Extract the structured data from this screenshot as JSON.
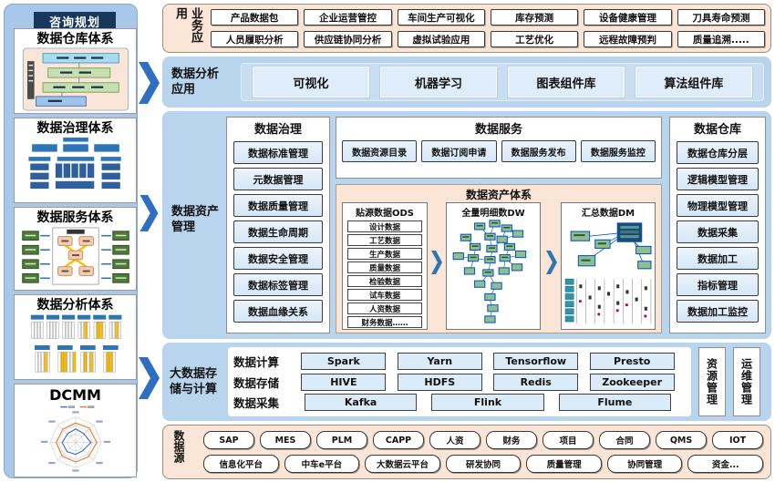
{
  "left": {
    "header": "咨询规划",
    "cards": [
      {
        "title": "数据仓库体系"
      },
      {
        "title": "数据治理体系"
      },
      {
        "title": "数据服务体系"
      },
      {
        "title": "数据分析体系"
      },
      {
        "title": "DCMM"
      }
    ]
  },
  "business": {
    "label": "业务应用",
    "row1": [
      "产品数据包",
      "企业运营管控",
      "车间生产可视化",
      "库存预测",
      "设备健康管理",
      "刀具寿命预测"
    ],
    "row2": [
      "人员履职分析",
      "供应链协同分析",
      "虚拟试验应用",
      "工艺优化",
      "远程故障预判",
      "质量追溯....."
    ]
  },
  "analysis_apps": {
    "label1": "数据分析",
    "label2": "应用",
    "items": [
      "可视化",
      "机器学习",
      "图表组件库",
      "算法组件库"
    ]
  },
  "asset_mgmt": {
    "label1": "数据资产",
    "label2": "管理",
    "governance": {
      "title": "数据治理",
      "items": [
        "数据标准管理",
        "元数据管理",
        "数据质量管理",
        "数据生命周期",
        "数据安全管理",
        "数据标签管理",
        "数据血缘关系"
      ]
    },
    "services": {
      "title": "数据服务",
      "items": [
        "数据资源目录",
        "数据订阅申请",
        "数据服务发布",
        "数据服务监控"
      ]
    },
    "asset_system": {
      "title": "数据资产体系",
      "ods": {
        "title": "贴源数据ODS",
        "items": [
          "设计数据",
          "工艺数据",
          "生产数据",
          "质量数据",
          "检验数据",
          "试车数据",
          "人资数据",
          "财务数据……"
        ]
      },
      "dw": {
        "title": "全量明细数DW"
      },
      "dm": {
        "title": "汇总数据DM"
      }
    },
    "warehouse": {
      "title": "数据仓库",
      "items": [
        "数据仓库分层",
        "逻辑模型管理",
        "物理模型管理",
        "数据采集",
        "数据加工",
        "指标管理",
        "数据加工监控"
      ]
    }
  },
  "bigdata": {
    "label1": "大数据存",
    "label2": "储与计算",
    "rows": [
      {
        "label": "数据计算",
        "items": [
          "Spark",
          "Yarn",
          "Tensorflow",
          "Presto"
        ]
      },
      {
        "label": "数据存储",
        "items": [
          "HIVE",
          "HDFS",
          "Redis",
          "Zookeeper"
        ]
      },
      {
        "label": "数据采集",
        "items": [
          "Kafka",
          "Flink",
          "Flume"
        ]
      }
    ],
    "side": [
      "资源管理",
      "运维管理"
    ]
  },
  "datasource": {
    "label": "数据源",
    "row1": [
      "SAP",
      "MES",
      "PLM",
      "CAPP",
      "人资",
      "财务",
      "项目",
      "合同",
      "QMS",
      "IOT"
    ],
    "row2": [
      "信息化平台",
      "中车e平台",
      "大数据云平台",
      "研发协同",
      "质量管理",
      "协同管理",
      "资金..."
    ]
  },
  "colors": {
    "section_blue": "#b9d5ee",
    "peach": "#fbe5d6",
    "navy_header": "#17375e",
    "accent_blue": "#2e75b6",
    "chevron_blue": "#2f6fc1",
    "button_blue": "#dcebf8",
    "radar_orange": "#ed7d31",
    "radar_blue": "#4472c4",
    "bar_yellow": "#ffc000"
  }
}
